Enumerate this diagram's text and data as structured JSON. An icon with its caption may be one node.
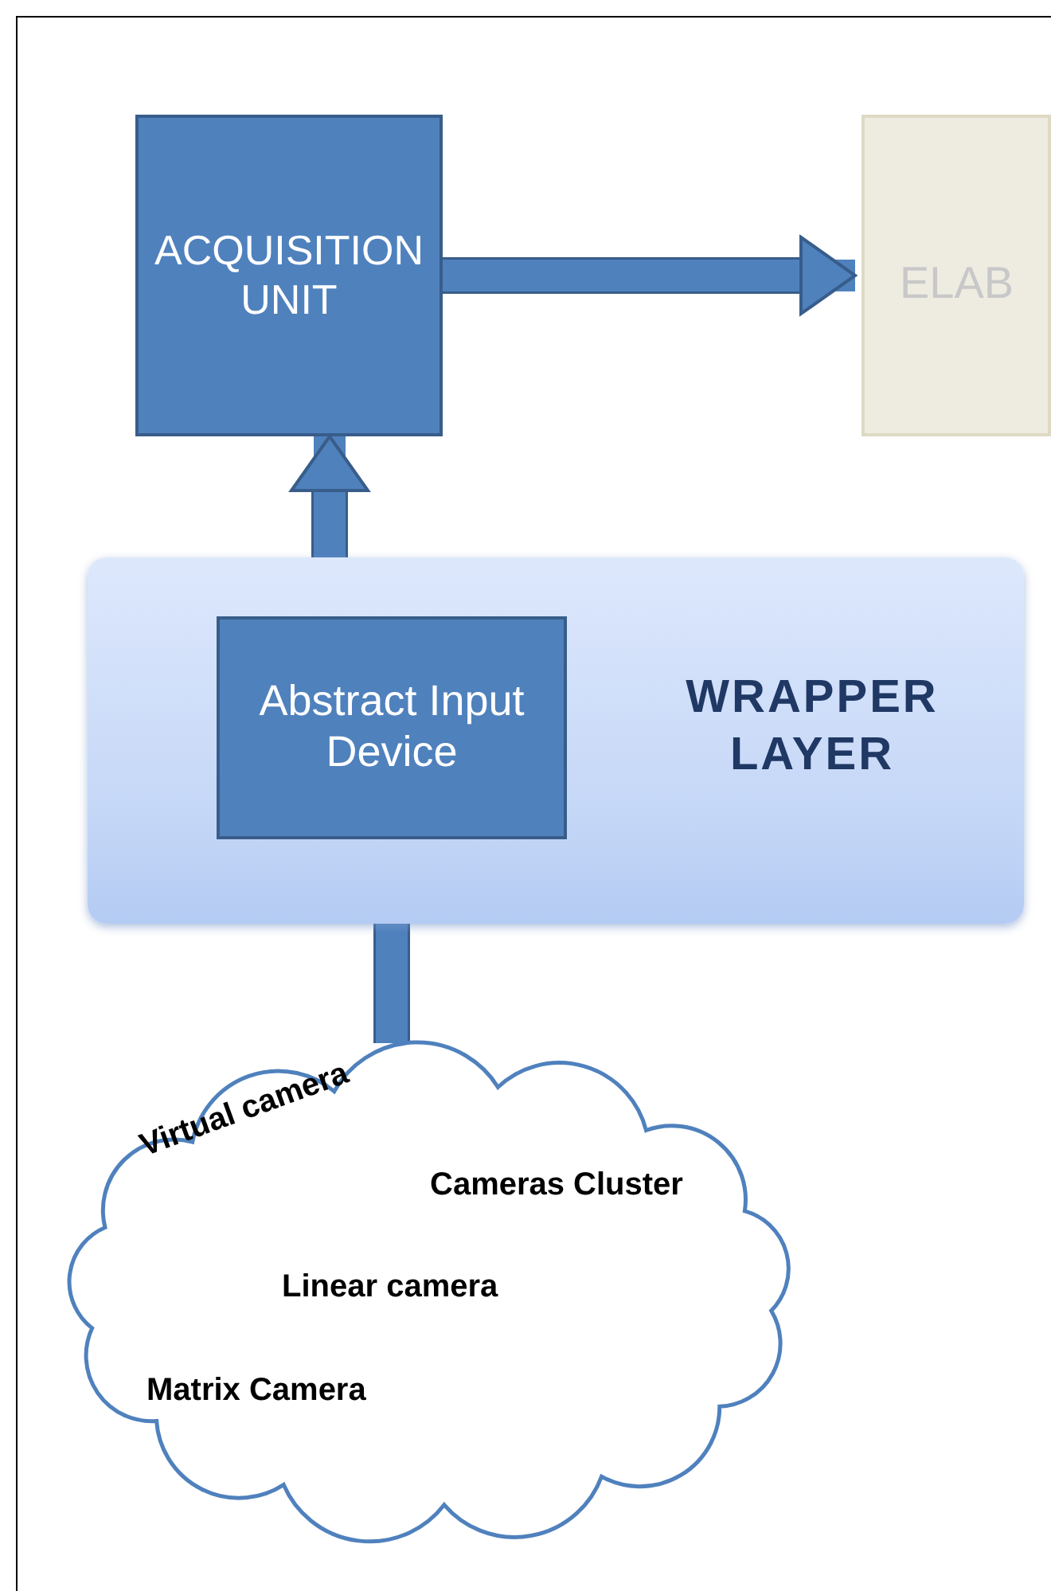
{
  "diagram": {
    "nodes": [
      {
        "text": [
          "ACQUISITION UNIT"
        ]
      },
      {
        "text": [
          "ELAB"
        ]
      },
      {
        "text": [
          "WRAPPER LAYER"
        ]
      },
      {
        "text": [
          "Abstract Input Device"
        ],
        "in": 2
      },
      {
        "text": [
          "Virtual camera",
          "Cameras Cluster",
          "Linear camera",
          "Matrix Camera"
        ]
      }
    ],
    "edges": [
      {
        "from": 0,
        "to": 1,
        "arrow": "to"
      },
      {
        "from": 3,
        "to": 0,
        "arrow": "to"
      },
      {
        "from": 4,
        "to": 3,
        "arrow": "to"
      }
    ]
  }
}
